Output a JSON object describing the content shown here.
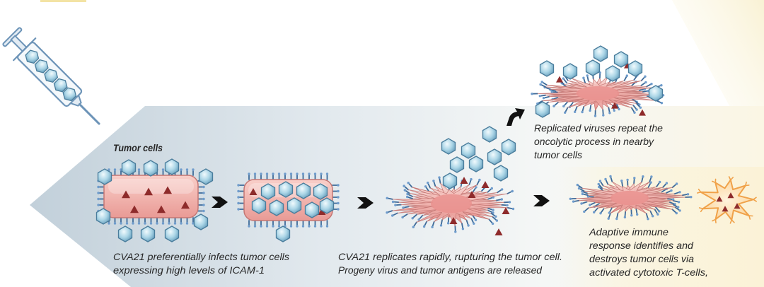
{
  "diagram": {
    "tumor_cells_label": "Tumor cells",
    "steps": [
      {
        "caption": [
          "CVA21 preferentially infects tumor cells",
          "expressing high levels of ICAM-1"
        ]
      },
      {
        "caption": [
          "CVA21 replicates rapidly, rupturing the tumor cell.",
          "Progeny virus and tumor antigens are released"
        ]
      },
      {
        "caption": [
          "Replicated viruses repeat the",
          "oncolytic process in nearby",
          "tumor cells"
        ]
      },
      {
        "caption": [
          "Adaptive immune",
          "response identifies and",
          "destroys tumor cells via",
          "activated cytotoxic T-cells,"
        ]
      }
    ]
  },
  "icons": [
    "syringe-icon",
    "virus-icon",
    "tumor-antigen-icon",
    "icam1-receptor",
    "tumor-cell",
    "ruptured-tumor-cell",
    "cytotoxic-t-cell",
    "chevron-right-icon",
    "curved-arrow-icon"
  ],
  "colors": {
    "virus_outline": "#4a7d9c",
    "antigen": "#8e2b2b",
    "receptor": "#3d6a98",
    "receptor_tip": "#6f9ccc",
    "cell_outline": "#c47673",
    "cell_core": "#e98f8c",
    "t_cell_fill": "#fde2b6",
    "t_cell_outline": "#f0a24a",
    "arrow": "#111111"
  }
}
